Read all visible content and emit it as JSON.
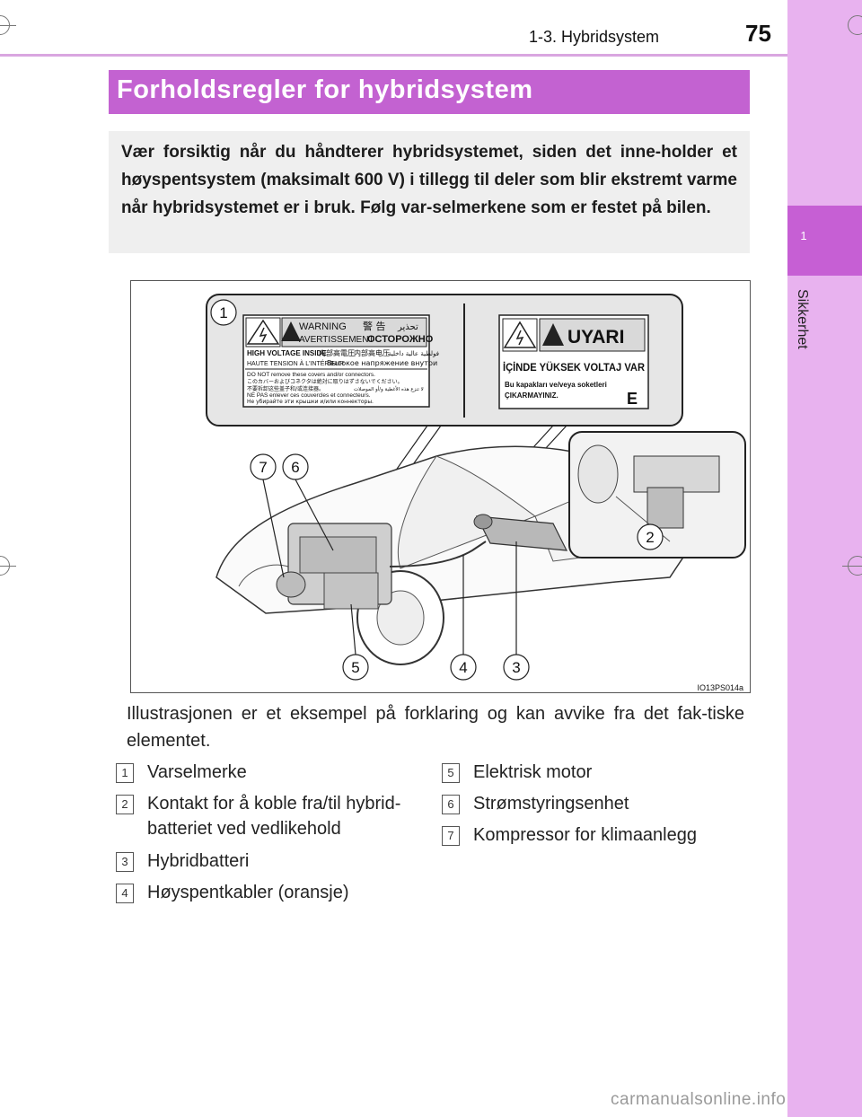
{
  "header": {
    "section": "1-3. Hybridsystem",
    "page_number": "75"
  },
  "sidebar": {
    "chapter_number": "1",
    "chapter_label": "Sikkerhet"
  },
  "title": "Forholdsregler for hybridsystem",
  "intro": "Vær forsiktig når du håndterer hybridsystemet, siden det inne-holder et høyspentsystem (maksimalt 600 V) i tillegg til deler som blir ekstremt varme når hybridsystemet er i bruk. Følg var-selmerkene som er festet på bilen.",
  "figure": {
    "code": "IO13PS014a",
    "label1": {
      "line_warning": "WARNING",
      "line_warning_jp": "警 告",
      "line_warning_ar": "تحذير",
      "line_avert": "AVERTISSEMENT",
      "line_ostorozhno": "ОСТОРОЖНО",
      "line_hv": "HIGH VOLTAGE INSIDE",
      "line_hv_jp": "内部高電圧",
      "line_hv_cn": "内部高电压",
      "line_hv_ar": "فولطية عالية داخلية",
      "line_haute": "HAUTE TENSION À L'INTÉRIEUR",
      "line_ru": "Высокое напряжение внутри",
      "line_do_not": "DO NOT remove these covers and/or connectors.",
      "line_jp2": "このカバーおよびコネクタは絶対に取りはずさないでください。",
      "line_cn2": "不要拆卸这些盖子和/或连接器。",
      "line_ar2": "لا تنزع هذه الأغطية و/أو الموصلات",
      "line_ne_pas": "NE PAS enlever ces couvercles et connecteurs.",
      "line_ru2": "Не убирайте эти крышки и/или коннекторы."
    },
    "label2": {
      "uyari": "UYARI",
      "icinde": "İÇİNDE YÜKSEK VOLTAJ VAR",
      "bu": "Bu kapakları ve/veya soketleri",
      "cikarma": "ÇIKARMAYINIZ.",
      "e": "E"
    },
    "callouts": [
      "1",
      "2",
      "3",
      "4",
      "5",
      "6",
      "7"
    ]
  },
  "caption": "Illustrasjonen er et eksempel på forklaring og kan avvike fra det fak-tiske elementet.",
  "legend_left": [
    {
      "num": "1",
      "lines": [
        "Varselmerke"
      ]
    },
    {
      "num": "2",
      "lines": [
        "Kontakt for å koble fra/til hybrid-",
        "batteriet ved vedlikehold"
      ]
    },
    {
      "num": "3",
      "lines": [
        "Hybridbatteri"
      ]
    },
    {
      "num": "4",
      "lines": [
        "Høyspentkabler (oransje)"
      ]
    }
  ],
  "legend_right": [
    {
      "num": "5",
      "lines": [
        "Elektrisk motor"
      ]
    },
    {
      "num": "6",
      "lines": [
        "Strømstyringsenhet"
      ]
    },
    {
      "num": "7",
      "lines": [
        "Kompressor for klimaanlegg"
      ]
    }
  ],
  "watermark": "carmanualsonline.info"
}
